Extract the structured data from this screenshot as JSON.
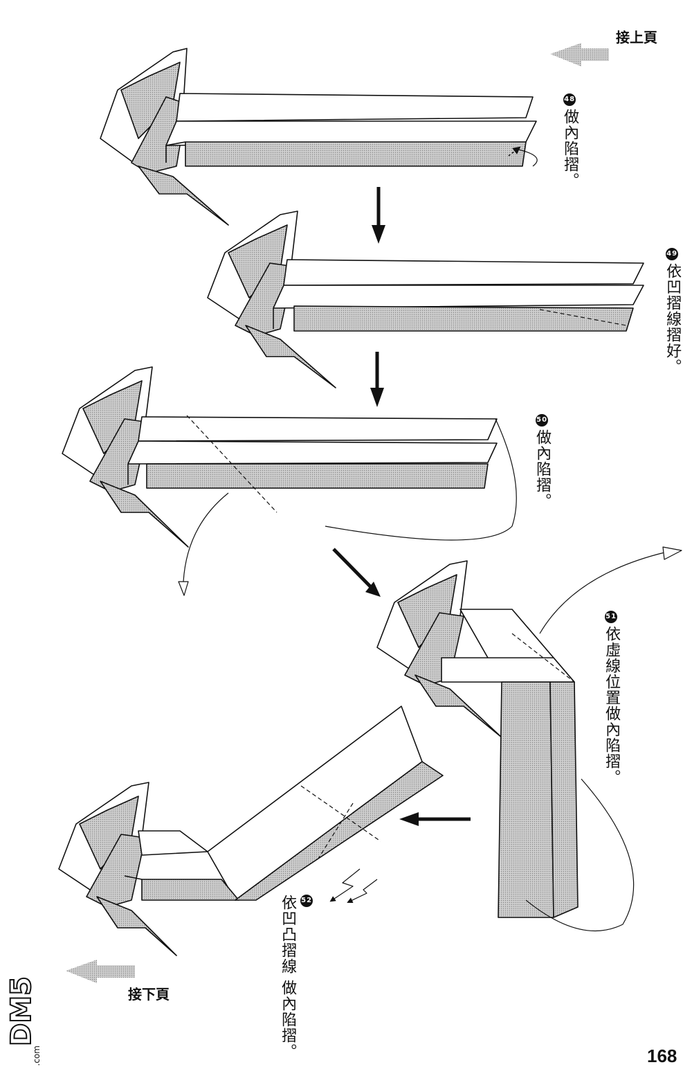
{
  "nav": {
    "prev_label": "接上頁",
    "next_label": "接下頁"
  },
  "steps": [
    {
      "num": "48",
      "text": "做內陷摺。"
    },
    {
      "num": "49",
      "text": "依凹摺線摺好。"
    },
    {
      "num": "50",
      "text": "做內陷摺。"
    },
    {
      "num": "51",
      "text": "依虛線位置做內陷摺。"
    },
    {
      "num": "52",
      "text_line1": "依凹凸摺線",
      "text_line2": "做內陷摺。"
    }
  ],
  "page_number": "168",
  "logo": {
    "text": "DM5",
    "suffix": ".com"
  },
  "colors": {
    "ink": "#111111",
    "shade": "#b8b8b8",
    "paper": "#ffffff"
  }
}
